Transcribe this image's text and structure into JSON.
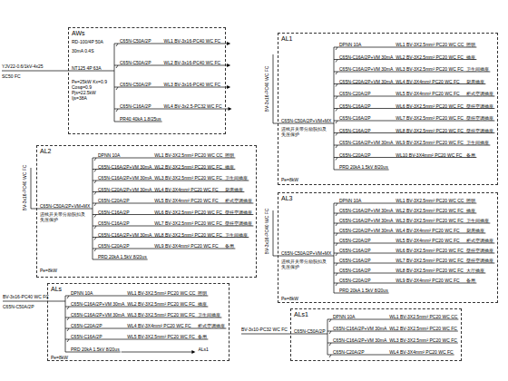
{
  "diagram": {
    "nodes": [
      {
        "text": [
          "AWs",
          "NT125 4P 63A",
          "RD-100/4P 50A",
          "30mA 0.4S",
          "C65N-C50A/2P",
          "WL1 BV-3x16-PC40 WC FC",
          "C65N-C50A/2P",
          "WL2 BV-3x16-PC40 WC FC",
          "C65N-C50A/2P",
          "WL3 BV-3x16-PC40 WC FC",
          "C65N-C16A/2P",
          "WL4 BV-3x2.5-PC32 WC FC",
          "Pe=25kW Kx=0.9 Cosφ=0.9 Pjs=22.5kW Ijs=38A",
          "PR40 40kA 1.8/25us"
        ]
      },
      {
        "text": [
          "AL1",
          "C65N-C50A/2P+VM+MX",
          "进线开关带分励脱扣及失压保护",
          "DPNN 10A",
          "WL1 BV-3X2.5mm² PC20 WC CC",
          "照明",
          "C65N-C16A/2P+VM 30mA",
          "WL2 BV-3X2.5mm² PC20 WC FC",
          "插座",
          "C65N-C16A/2P+VM 30mA",
          "WL3 BV-3X2.5mm² PC20 WC FC",
          "卫生间插座",
          "C65N-C20A/2P+VM 30mA",
          "WL4 BV-3X4mm² PC20 WC FC",
          "厨房插座",
          "C65N-C20A/2P",
          "WL5 BV-3X4mm² PC20 WC FC",
          "柜式空调插座",
          "C65N-C16A/2P",
          "WL6 BV-3X2.5mm² PC20 WC FC",
          "壁挂空调插座",
          "C65N-C16A/2P",
          "WL7 BV-3X2.5mm² PC20 WC FC",
          "壁挂空调插座",
          "C65N-C16A/2P",
          "WL8 BV-3X2.5mm² PC20 WC FC",
          "壁挂空调插座",
          "C65N-C16A/2P+VM 30mA",
          "WL9 BV-3X2.5mm² PC20 WC FC",
          "卫生间插座",
          "C65N-C20A/2P",
          "WL10 BV-3X4mm² PC20 WC FC",
          "备用",
          "PRD 20kA 1.5kV 8/20us",
          "Pe=8kW"
        ]
      },
      {
        "text": [
          "AL2",
          "C65N-C50A/2P+VM+MX",
          "进线开关带分励脱扣及失压保护",
          "DPNN 10A",
          "WL1 BV-3X2.5mm² PC20 WC CC",
          "照明",
          "C65N-C16A/2P+VM 30mA",
          "WL2 BV-3X2.5mm² PC20 WC FC",
          "插座",
          "C65N-C16A/2P+VM 30mA",
          "WL3 BV-3X2.5mm² PC20 WC FC",
          "卫生间插座",
          "C65N-C20A/2P+VM 30mA",
          "WL4 BV-3X4mm² PC20 WC FC",
          "厨房插座",
          "C65N-C20A/2P",
          "WL5 BV-3X4mm² PC20 WC FC",
          "柜式空调插座",
          "C65N-C16A/2P",
          "WL6 BV-3X2.5mm² PC20 WC FC",
          "壁挂空调插座",
          "C65N-C16A/2P",
          "WL7 BV-3X2.5mm² PC20 WC FC",
          "壁挂空调插座",
          "C65N-C16A/2P+VM 30mA",
          "WL8 BV-3X2.5mm² PC20 WC FC",
          "卫生间插座",
          "C65N-C20A/2P",
          "WL9 BV-3X4mm² PC20 WC FC",
          "备用",
          "PRD 20kA 1.5kV 8/20us",
          "Pe=8kW"
        ]
      },
      {
        "text": [
          "AL3",
          "C65N-C50A/2P+VM+MX",
          "进线开关带分励脱扣及失压保护",
          "DPNN 10A",
          "WL1 BV-3X2.5mm² PC20 WC CC",
          "照明",
          "C65N-C16A/2P+VM 30mA",
          "WL2 BV-3X2.5mm² PC20 WC FC",
          "插座",
          "C65N-C16A/2P+VM 30mA",
          "WL3 BV-3X2.5mm² PC20 WC FC",
          "卫生间插座",
          "C65N-C20A/2P+VM 30mA",
          "WL4 BV-3X4mm² PC20 WC FC",
          "厨房插座",
          "C65N-C20A/2P",
          "WL5 BV-3X4mm² PC20 WC FC",
          "柜式空调插座",
          "C65N-C16A/2P",
          "WL6 BV-3X2.5mm² PC20 WC FC",
          "壁挂空调插座",
          "C65N-C16A/2P",
          "WL7 BV-3X2.5mm² PC20 WC FC",
          "壁挂空调插座",
          "C65N-C16A/2P",
          "WL8 BV-3X2.5mm² PC20 WC FC",
          "大厅插座",
          "C65N-C20A/2P",
          "WL9 BV-3X4mm² PC20 WC FC",
          "备用",
          "PRD 20kA 1.5kV 8/20us",
          "Pe=8kW"
        ]
      },
      {
        "text": [
          "ALs",
          "DPNN 10A",
          "WL1 BV-3X2.5mm² PC20 WC CC",
          "照明",
          "C65N-C16A/2P+VM 30mA",
          "WL2 BV-3X2.5mm² PC20 WC FC",
          "插座",
          "C65N-C16A/2P+VM 30mA",
          "WL3 BV-3X2.5mm² PC20 WC FC",
          "卫生间插座",
          "C65N-C20A/2P",
          "WL4 BV-3X4mm² PC20 WC FC",
          "柜式空调插座",
          "C65N-C16A/2P",
          "WL5 BV-3X2.5mm² PC20 WC FC",
          "备用",
          "PRD 20kA 1.5kV 8/20us",
          "ALs1",
          "Pe=8kW"
        ]
      },
      {
        "text": [
          "ALs1",
          "C65N-C50A/2P",
          "DPNN 10A",
          "WL1 BV-3X2.5mm² PC20 WC CC",
          "C65N-C16A/2P+VM 30mA",
          "WL2 BV-3X2.5mm² PC20 WC FC",
          "C65N-C16A/2P+VM 30mA",
          "WL3 BV-3X2.5mm² PC20 WC FC",
          "C65N-C20A/2P",
          "WL4 BV-3X4mm² PC20 WC FC"
        ]
      }
    ],
    "labels": [
      "YJV22-0.6/1kV-4x25",
      "SC50 FC",
      "BV-3x16-PC40 WC FC",
      "BV-3x16-PC40 WC FC",
      "BV-3x16-PC40 WC FC",
      "BV-3x16-PC40 WC FC",
      "C65N-C50A/2P",
      "BV-3x10-PC32 WC FC"
    ]
  }
}
